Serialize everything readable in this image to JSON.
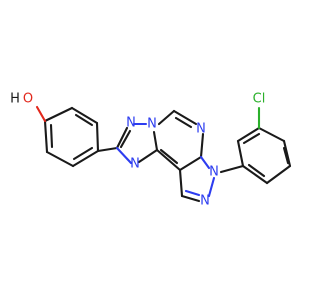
{
  "molecule": {
    "atom_labels": {
      "hydroxyl_h": "H",
      "hydroxyl_o": "O",
      "chlorine": "Cl",
      "n_triazole_top": "N",
      "n_triazole_bottom": "N",
      "n_bridge": "N",
      "n_pyrimidine": "N",
      "n_pyrazole_aryl": "N",
      "n_pyrazole": "N"
    },
    "colors": {
      "carbon": "#1a1a1a",
      "nitrogen": "#2d3df0",
      "oxygen": "#e2281c",
      "chlorine": "#2bb02b",
      "background": "#ffffff"
    }
  }
}
